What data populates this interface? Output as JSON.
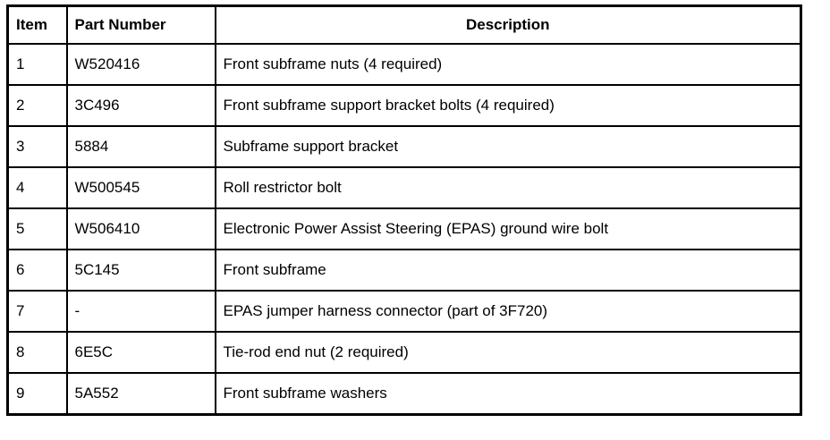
{
  "table": {
    "headers": {
      "item": "Item",
      "part_number": "Part Number",
      "description": "Description"
    },
    "rows": [
      {
        "item": "1",
        "part_number": "W520416",
        "description": "Front subframe nuts (4 required)"
      },
      {
        "item": "2",
        "part_number": "3C496",
        "description": "Front subframe support bracket bolts (4 required)"
      },
      {
        "item": "3",
        "part_number": "5884",
        "description": "Subframe support bracket"
      },
      {
        "item": "4",
        "part_number": "W500545",
        "description": "Roll restrictor bolt"
      },
      {
        "item": "5",
        "part_number": "W506410",
        "description": "Electronic Power Assist Steering (EPAS) ground wire bolt"
      },
      {
        "item": "6",
        "part_number": "5C145",
        "description": "Front subframe"
      },
      {
        "item": "7",
        "part_number": "-",
        "description": "EPAS jumper harness connector (part of 3F720)"
      },
      {
        "item": "8",
        "part_number": "6E5C",
        "description": "Tie-rod end nut (2 required)"
      },
      {
        "item": "9",
        "part_number": "5A552",
        "description": "Front subframe washers"
      }
    ]
  }
}
